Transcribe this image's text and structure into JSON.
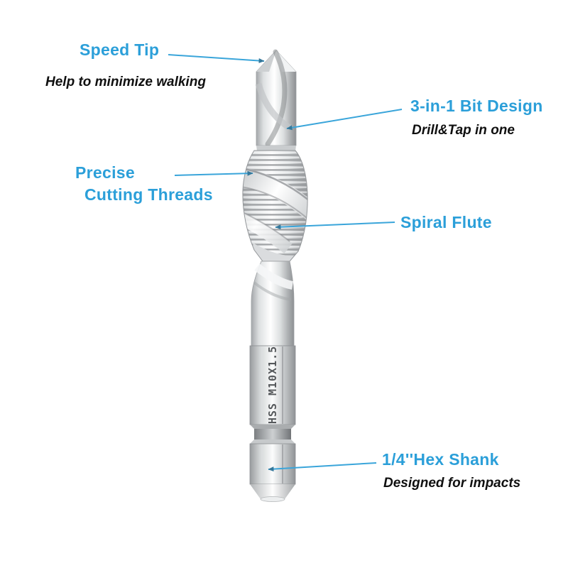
{
  "colors": {
    "accent": "#2b9fd9",
    "callout_line": "#3aa5da",
    "arrow": "#35789b",
    "marking_text": "#55585b"
  },
  "bit_marking": "HSS M10X1.5",
  "callouts": {
    "speed_tip": {
      "label": "Speed Tip",
      "sub": "Help to minimize walking"
    },
    "bit_design": {
      "label": "3-in-1 Bit Design",
      "sub": "Drill&Tap in one"
    },
    "threads": {
      "label_line1": "Precise",
      "label_line2": "Cutting Threads"
    },
    "spiral": {
      "label": "Spiral Flute"
    },
    "hex_shank": {
      "label": "1/4''Hex Shank",
      "sub": "Designed for impacts"
    }
  }
}
